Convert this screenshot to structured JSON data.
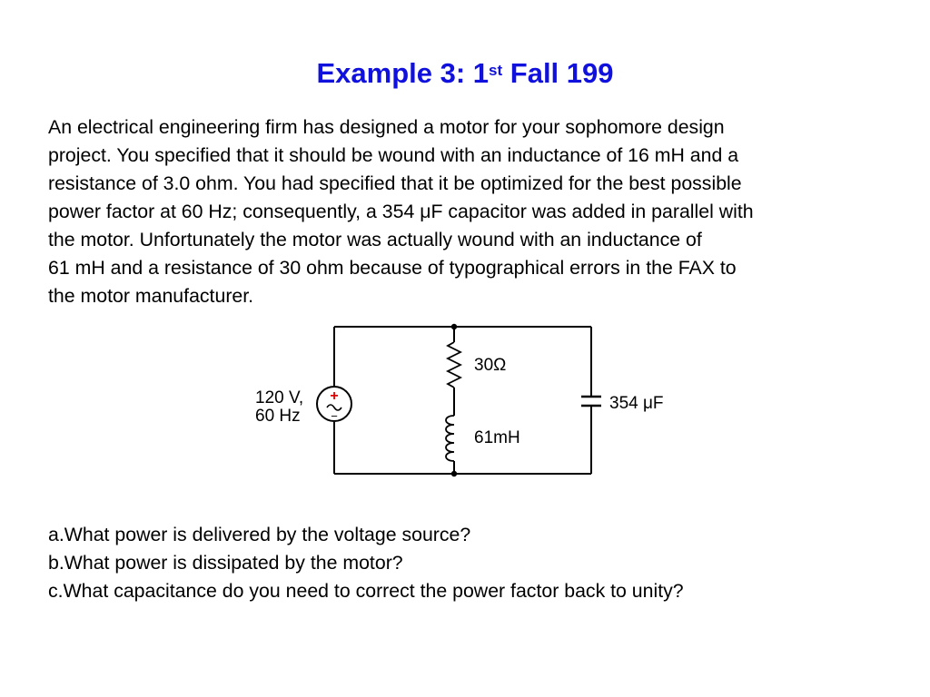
{
  "title": {
    "text": "Example 3:  1",
    "sup": "st",
    "suffix": " Fall 199"
  },
  "problem_lines": [
    "An electrical engineering firm has designed a motor for your sophomore design",
    "project. You specified that it should be wound with an inductance of 16 mH and a",
    "resistance of 3.0  ohm. You had specified that it be optimized for the best possible",
    "power factor at 60 Hz; consequently, a 354 μF capacitor was added in parallel with",
    "the motor. Unfortunately the motor was actually wound with an inductance of",
    "61 mH and a resistance of 30 ohm because of typographical errors in the FAX to",
    "the motor manufacturer."
  ],
  "circuit": {
    "source_voltage": "120 V,",
    "source_frequency": "60 Hz",
    "source_plus": "+",
    "source_minus": "−",
    "resistor": "30Ω",
    "inductor": "61mH",
    "capacitor": "354 μF"
  },
  "questions": [
    "a.What power is delivered by the voltage source?",
    "b.What power is dissipated by the motor?",
    "c.What capacitance do you need to correct the power factor back to unity?"
  ],
  "colors": {
    "title": "#1111dd",
    "plus_sign": "#dd0000"
  }
}
